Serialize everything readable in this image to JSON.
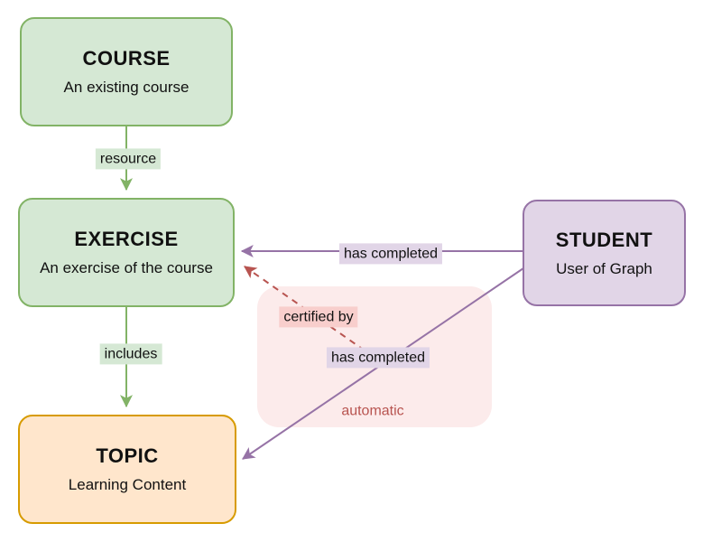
{
  "nodes": {
    "course": {
      "title": "COURSE",
      "subtitle": "An existing course"
    },
    "exercise": {
      "title": "EXERCISE",
      "subtitle": "An exercise of the course"
    },
    "topic": {
      "title": "TOPIC",
      "subtitle": "Learning Content"
    },
    "student": {
      "title": "STUDENT",
      "subtitle": "User of Graph"
    }
  },
  "edges": {
    "resource": {
      "label": "resource",
      "from": "course",
      "to": "exercise",
      "style": "solid-green"
    },
    "includes": {
      "label": "includes",
      "from": "exercise",
      "to": "topic",
      "style": "solid-green"
    },
    "has_completed_exercise": {
      "label": "has completed",
      "from": "student",
      "to": "exercise",
      "style": "solid-purple"
    },
    "has_completed_topic": {
      "label": "has completed",
      "from": "student",
      "to": "topic",
      "style": "solid-purple"
    },
    "certified_by": {
      "label": "certified by",
      "from": "has_completed_topic",
      "to": "exercise",
      "style": "dashed-red"
    }
  },
  "group": {
    "label": "automatic"
  },
  "colors": {
    "green_fill": "#d5e8d4",
    "green_stroke": "#82b366",
    "orange_fill": "#ffe6cc",
    "orange_stroke": "#d79b00",
    "purple_fill": "#e1d5e7",
    "purple_stroke": "#9673a6",
    "pink_label_fill": "#f8cecc",
    "red_stroke": "#b85450",
    "group_fill": "rgba(248,206,204,0.40)",
    "text": "#111111",
    "background": "#ffffff"
  }
}
